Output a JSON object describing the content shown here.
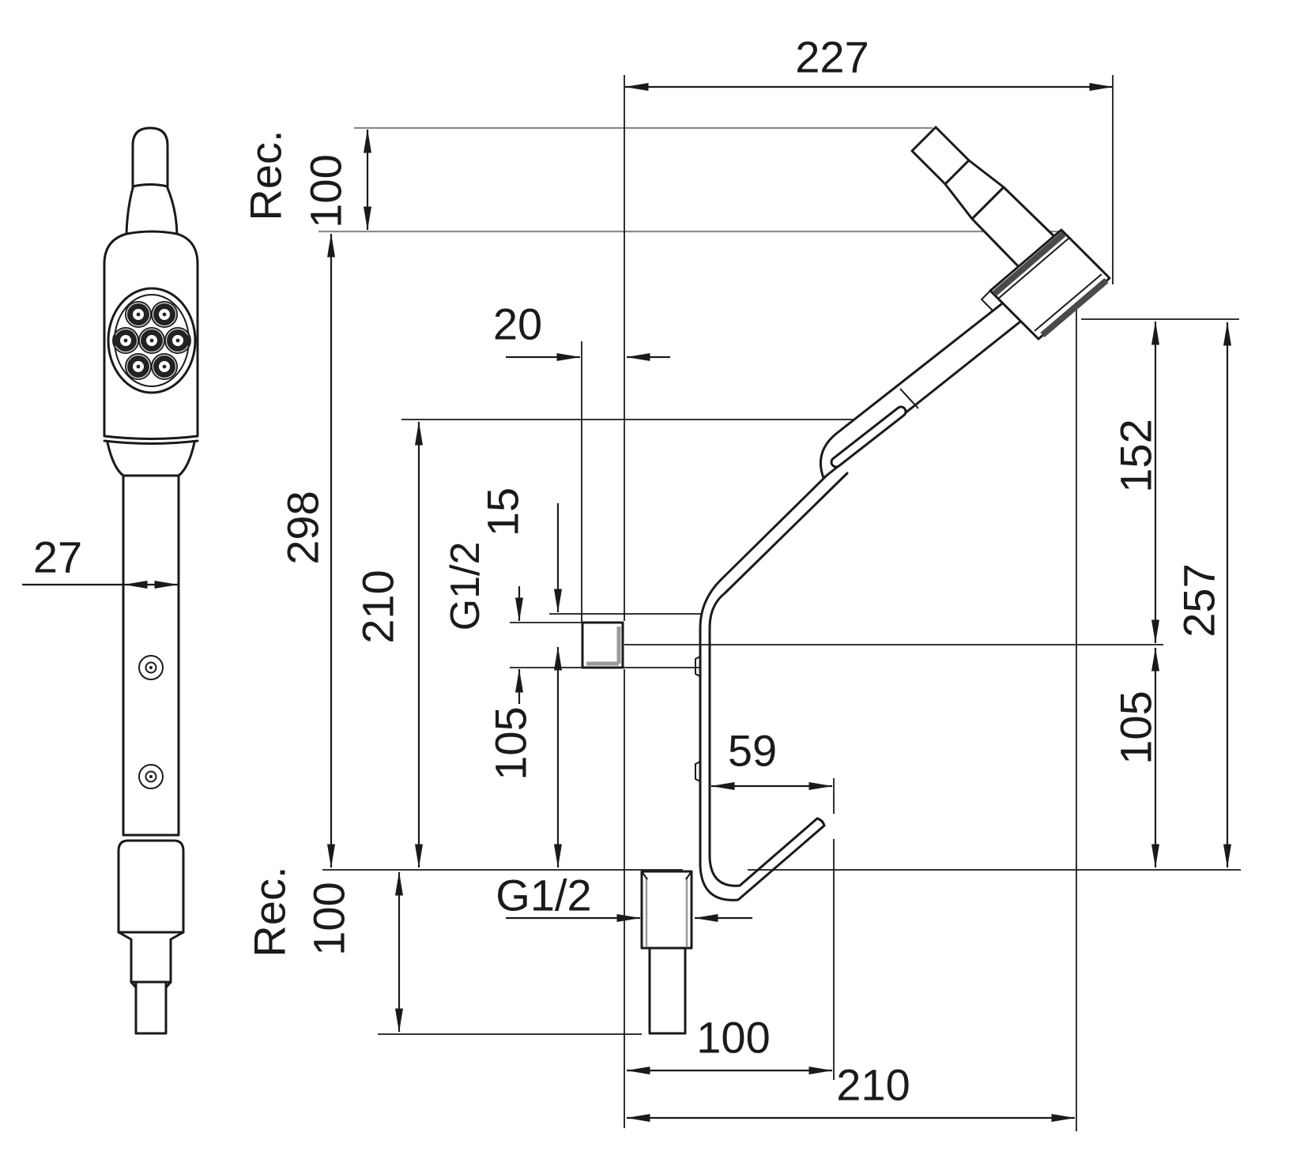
{
  "drawing": {
    "type": "technical-dimension-drawing",
    "colors": {
      "line": "#1a1a1a",
      "extension_gray": "#8c8c8c",
      "thick_face_gray": "#4a4a4a",
      "background": "#ffffff"
    },
    "dimensions": {
      "d27": "27",
      "d227": "227",
      "rec_top": {
        "label": "Rec.",
        "value": "100"
      },
      "d20": "20",
      "d298": "298",
      "d210_vertical": "210",
      "d15": "15",
      "g12_inlet": "G1/2",
      "d105_left": "105",
      "d59": "59",
      "d152": "152",
      "d257": "257",
      "d105_right": "105",
      "g12_supply": "G1/2",
      "rec_bottom": {
        "label": "Rec.",
        "value": "100"
      },
      "d100": "100",
      "d210_horizontal": "210"
    }
  }
}
